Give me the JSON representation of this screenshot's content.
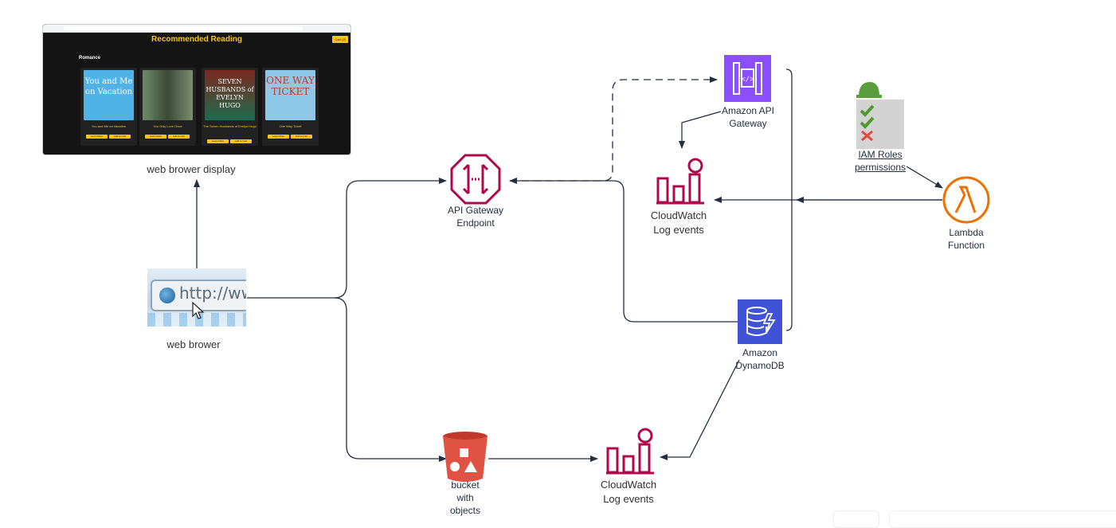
{
  "website": {
    "title": "Recommended Reading",
    "cart": "Cart (2)",
    "section": "Romance",
    "books": [
      {
        "cover_text": "You and Me on Vacation",
        "title": "You and Me on Vacation",
        "color": "#4fb3e8"
      },
      {
        "cover_text": "",
        "title": "You Only Love Once",
        "color": "#3d5a3c"
      },
      {
        "cover_text": "SEVEN HUSBANDS of EVELYN HUGO",
        "title": "The Seven Husbands of Evelyn Hugo",
        "color": "#1f6b4e"
      },
      {
        "cover_text": "ONE WAY TICKET",
        "title": "One Way Ticket",
        "color": "#8fc7e8"
      }
    ],
    "learn_more": "Learn More",
    "add_to_cart": "Add to Cart"
  },
  "nodes": {
    "web_display_label": "web brower display",
    "browser_label": "web brower",
    "browser_text": "http://www",
    "apigw_endpoint": [
      "API Gateway",
      "Endpoint"
    ],
    "amazon_apigw": [
      "Amazon API",
      "Gateway"
    ],
    "cloudwatch_top": [
      "CloudWatch",
      "Log events"
    ],
    "cloudwatch_bottom": [
      "CloudWatch",
      "Log events"
    ],
    "iam": [
      "IAM Roles",
      "permissions"
    ],
    "lambda": [
      "Lambda",
      "Function"
    ],
    "dynamodb": [
      "Amazon",
      "DynamoDB"
    ],
    "bucket": [
      "bucket",
      "with",
      "objects"
    ]
  },
  "colors": {
    "api_gateway_purple": "#8c4fff",
    "cloudwatch_magenta": "#b0084d",
    "lambda_orange": "#ed7100",
    "dynamodb_blue": "#4053d6",
    "s3_red": "#e05243",
    "edge": "#232f3e"
  },
  "icons": {
    "apigw_endpoint": "api-gateway-endpoint-icon",
    "amazon_apigw": "amazon-api-gateway-icon",
    "cloudwatch": "cloudwatch-icon",
    "iam": "iam-checklist-icon",
    "lambda": "lambda-icon",
    "dynamodb": "dynamodb-icon",
    "s3": "s3-bucket-icon"
  }
}
